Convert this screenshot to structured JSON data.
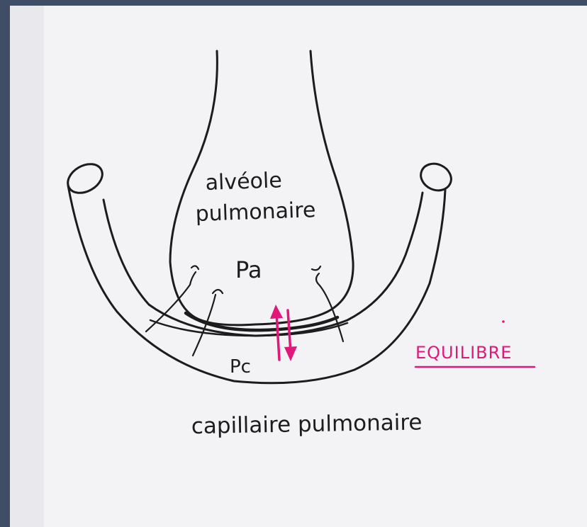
{
  "diagram": {
    "labels": {
      "alveolus_line1": "alvéole",
      "alveolus_line2": "pulmonaire",
      "pa": "Pa",
      "pc": "Pc",
      "capillary": "capillaire pulmonaire",
      "equilibrium": "EQUILIBRE"
    },
    "colors": {
      "background_frame": "#3f4d66",
      "paper": "#f3f2f5",
      "ink": "#1c1c1c",
      "accent": "#e0187a"
    },
    "icons": [
      "double-arrow-icon"
    ]
  }
}
